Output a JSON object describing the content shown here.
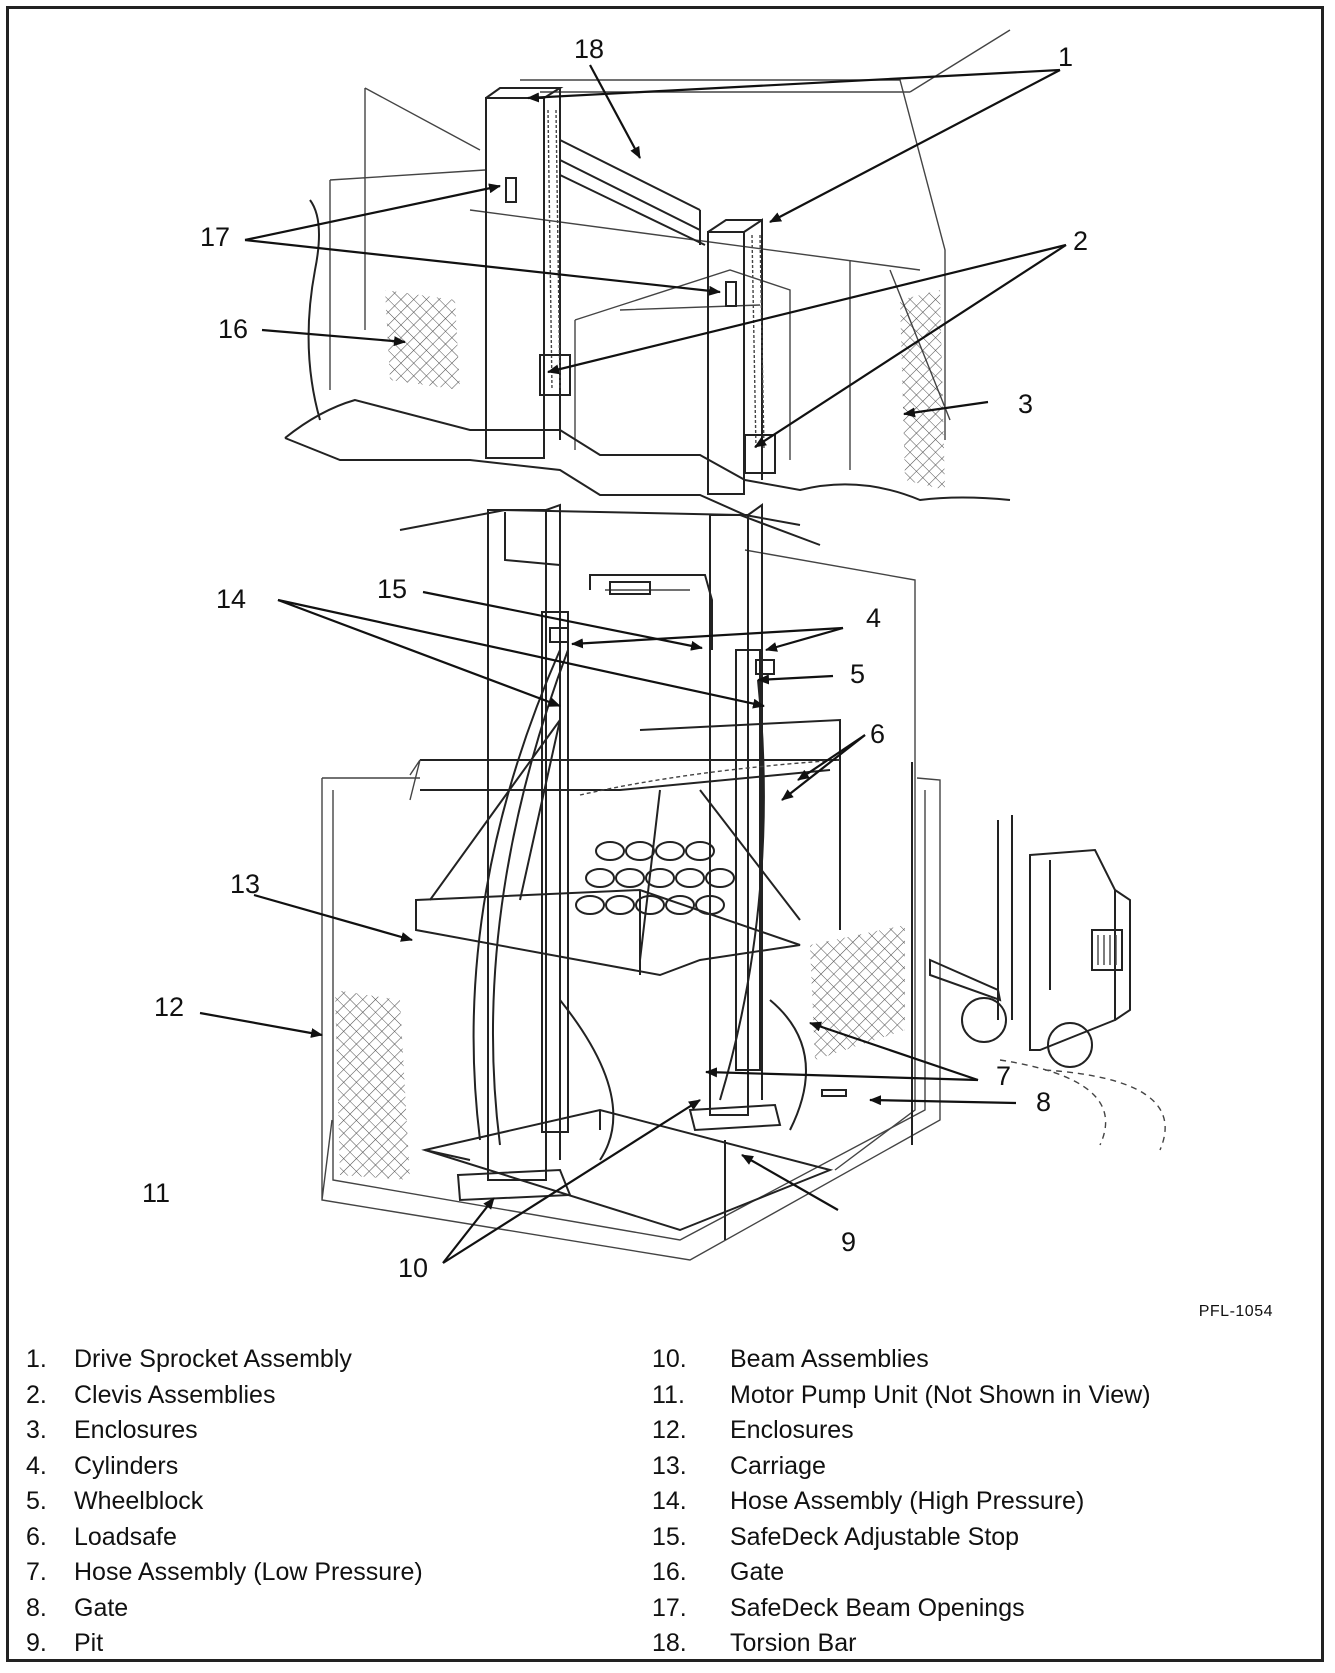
{
  "figure_code": "PFL-1054",
  "callouts": [
    "18",
    "1",
    "17",
    "2",
    "16",
    "3",
    "15",
    "14",
    "4",
    "5",
    "6",
    "13",
    "12",
    "7",
    "11",
    "8",
    "9",
    "10"
  ],
  "legend_left": [
    {
      "num": "1.",
      "label": "Drive Sprocket Assembly"
    },
    {
      "num": "2.",
      "label": "Clevis Assemblies"
    },
    {
      "num": "3.",
      "label": "Enclosures"
    },
    {
      "num": "4.",
      "label": "Cylinders"
    },
    {
      "num": "5.",
      "label": "Wheelblock"
    },
    {
      "num": "6.",
      "label": "Loadsafe"
    },
    {
      "num": "7.",
      "label": "Hose Assembly (Low Pressure)"
    },
    {
      "num": "8.",
      "label": "Gate"
    },
    {
      "num": "9.",
      "label": "Pit"
    }
  ],
  "legend_right": [
    {
      "num": "10.",
      "label": "Beam Assemblies"
    },
    {
      "num": "11.",
      "label": "Motor Pump Unit (Not Shown in View)"
    },
    {
      "num": "12.",
      "label": "Enclosures"
    },
    {
      "num": "13.",
      "label": "Carriage"
    },
    {
      "num": "14.",
      "label": "Hose Assembly (High Pressure)"
    },
    {
      "num": "15.",
      "label": "SafeDeck Adjustable Stop"
    },
    {
      "num": "16.",
      "label": "Gate"
    },
    {
      "num": "17.",
      "label": "SafeDeck Beam Openings"
    },
    {
      "num": "18.",
      "label": "Torsion Bar"
    }
  ]
}
